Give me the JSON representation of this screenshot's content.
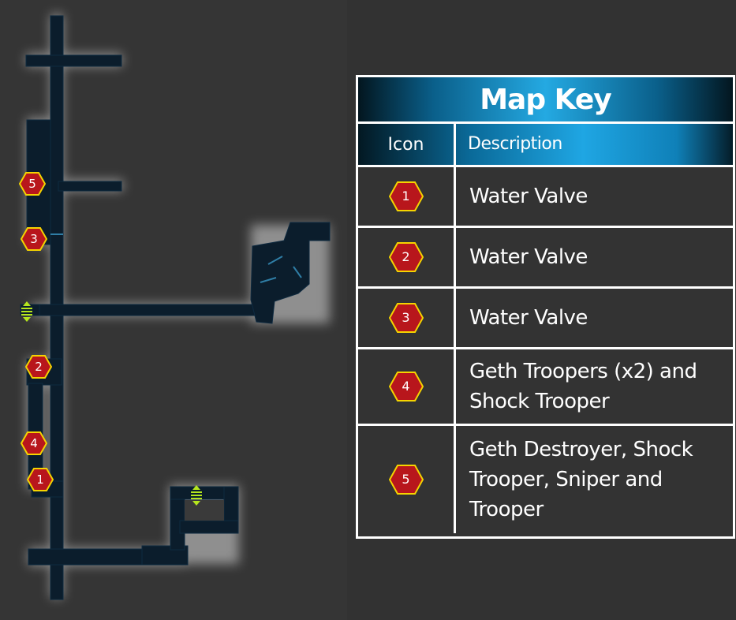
{
  "map_key": {
    "title": "Map Key",
    "header": {
      "icon": "Icon",
      "description": "Description"
    },
    "rows": [
      {
        "number": "1",
        "description": "Water Valve"
      },
      {
        "number": "2",
        "description": "Water Valve"
      },
      {
        "number": "3",
        "description": "Water Valve"
      },
      {
        "number": "4",
        "description": "Geth Troopers (x2) and Shock Trooper"
      },
      {
        "number": "5",
        "description": "Geth Destroyer, Shock Trooper, Sniper and Trooper"
      }
    ]
  },
  "map": {
    "markers": [
      "5",
      "3",
      "2",
      "4",
      "1"
    ],
    "door_icons": [
      "door-marker-icon",
      "door-marker-icon"
    ]
  },
  "colors": {
    "background": "#323232",
    "corridor_fill": "#0a1c2b",
    "corridor_glow": "#ffffff",
    "marker_fill": "#b8161c",
    "marker_border": "#f5d400",
    "door_icon": "#b5e61d",
    "accent_blue": "#1fa6e3"
  }
}
